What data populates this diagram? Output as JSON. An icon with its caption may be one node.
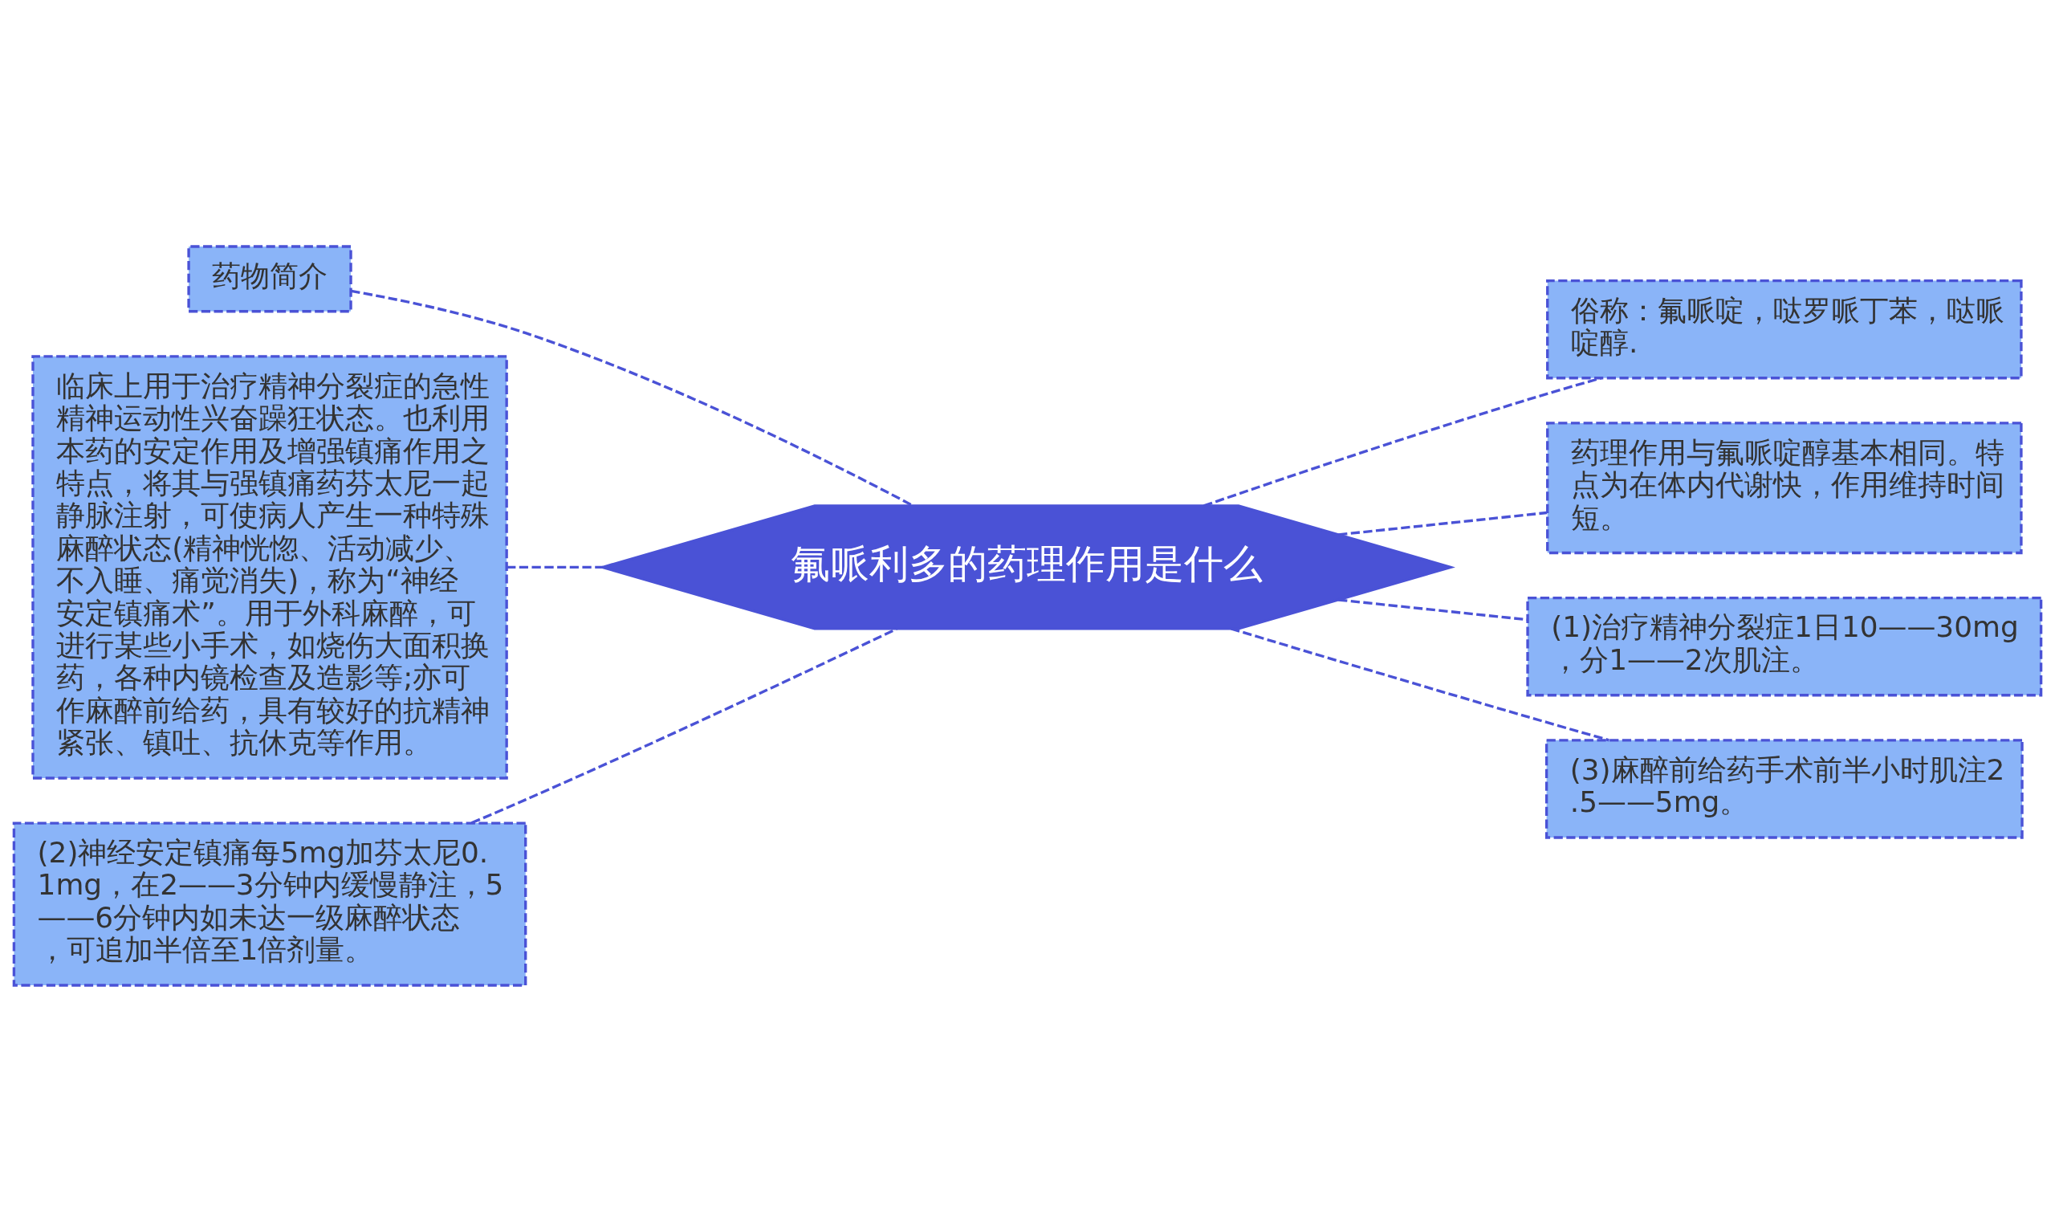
{
  "diagram": {
    "nodes": [
      {
        "text": [
          "氟哌利多的药理作用是什么"
        ]
      },
      {
        "text": [
          "药物简介"
        ]
      },
      {
        "text": [
          "临床上用于治疗精神分裂症的急性精神运动性兴奋躁狂状态。也利用本药的安定作用及增强镇痛作用之特点，将其与强镇痛药芬太尼一起静脉注射，可使病人产生一种特殊麻醉状态(精神恍惚、活动减少、不入睡、痛觉消失)，称为“神经安定镇痛术”。用于外科麻醉，可进行某些小手术，如烧伤大面积换药，各种内镜检查及造影等;亦可作麻醉前给药，具有较好的抗精神紧张、镇吐、抗休克等作用。"
        ]
      },
      {
        "text": [
          "(2)神经安定镇痛每5mg加芬太尼0.1mg，在2——3分钟内缓慢静注，5——6分钟内如未达一级麻醉状态，可追加半倍至1倍剂量。"
        ]
      },
      {
        "text": [
          "俗称：氟哌啶，哒罗哌丁苯，哒哌啶醇."
        ]
      },
      {
        "text": [
          "药理作用与氟哌啶醇基本相同。特点为在体内代谢快，作用维持时间短。"
        ]
      },
      {
        "text": [
          "(1)治疗精神分裂症1日10——30mg，分1——2次肌注。"
        ]
      },
      {
        "text": [
          "(3)麻醉前给药手术前半小时肌注2.5——5mg。"
        ]
      }
    ],
    "edges": [
      {
        "from": 1,
        "to": 0,
        "arrow": "none",
        "style": "dashed"
      },
      {
        "from": 2,
        "to": 0,
        "arrow": "none",
        "style": "dashed"
      },
      {
        "from": 3,
        "to": 0,
        "arrow": "none",
        "style": "dashed"
      },
      {
        "from": 0,
        "to": 4,
        "arrow": "none",
        "style": "dashed"
      },
      {
        "from": 0,
        "to": 5,
        "arrow": "none",
        "style": "dashed"
      },
      {
        "from": 0,
        "to": 6,
        "arrow": "none",
        "style": "dashed"
      },
      {
        "from": 0,
        "to": 7,
        "arrow": "none",
        "style": "dashed"
      }
    ]
  }
}
